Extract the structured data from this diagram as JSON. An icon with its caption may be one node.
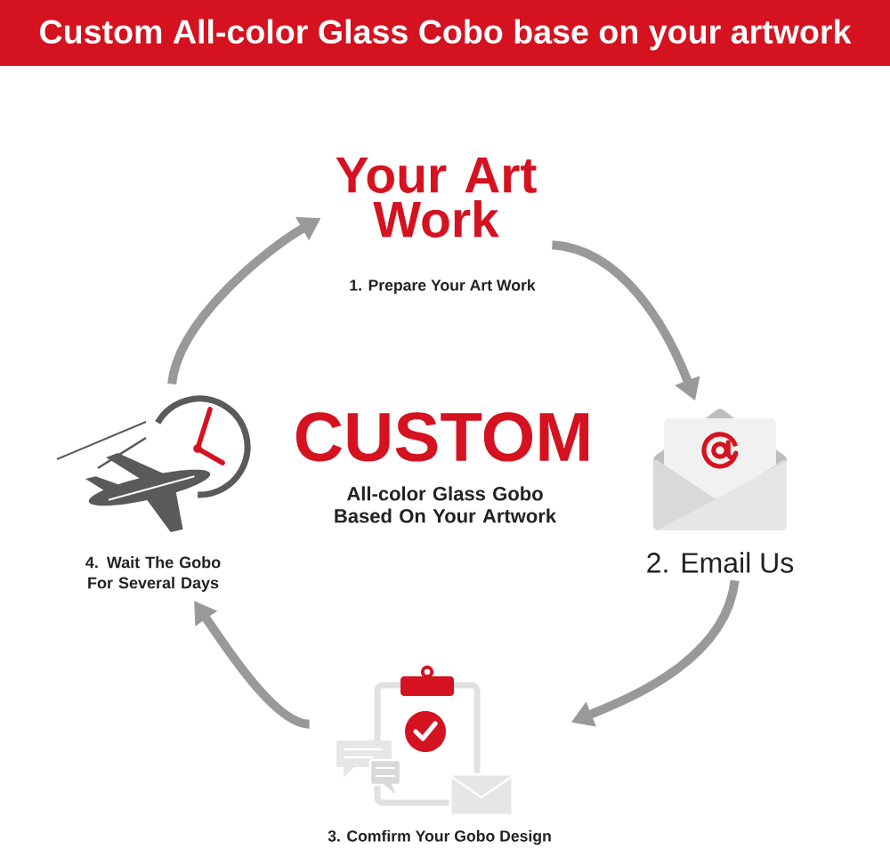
{
  "diagram": {
    "title": "Custom All-color Glass Cobo base on your artwork",
    "nodes": [
      {
        "text": [
          "Your Art Work",
          "1. Prepare Your Art Work"
        ]
      },
      {
        "text": [
          "2. Email Us"
        ]
      },
      {
        "text": [
          "3. Comfirm Your Gobo Design"
        ]
      },
      {
        "text": [
          "4. Wait The Gobo For Several Days"
        ]
      }
    ],
    "edges": [
      {
        "from": 0,
        "to": 1,
        "arrow": "to"
      },
      {
        "from": 1,
        "to": 2,
        "arrow": "to"
      },
      {
        "from": 2,
        "to": 3,
        "arrow": "to"
      },
      {
        "from": 3,
        "to": 0,
        "arrow": "to"
      }
    ],
    "labels": [
      "CUSTOM",
      "All-color Glass Gobo Based On Your Artwork"
    ]
  }
}
